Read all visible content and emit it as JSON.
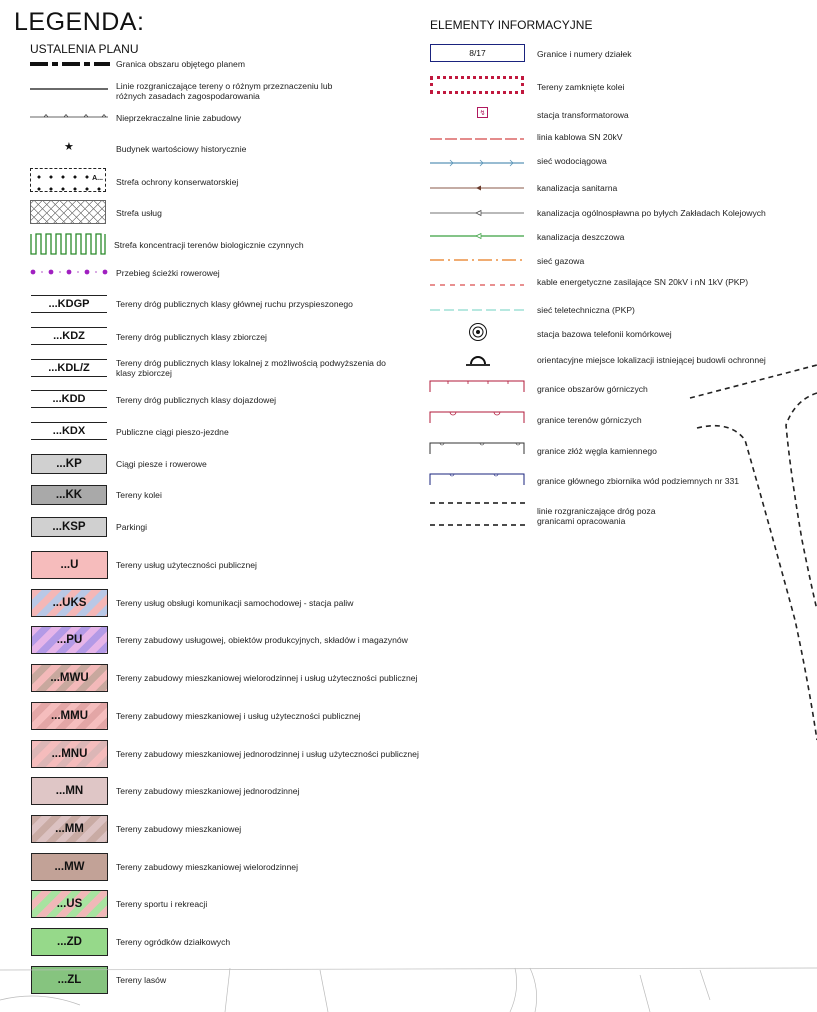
{
  "title": "LEGENDA:",
  "plan": {
    "heading": "USTALENIA PLANU",
    "lines": [
      {
        "label": "Granica obszaru objętego planem"
      },
      {
        "label": "Linie rozgraniczające tereny o różnym przeznaczeniu lub różnych zasadach zagospodarowania"
      },
      {
        "label": "Nieprzekraczalne linie zabudowy"
      },
      {
        "label": "Budynek wartościowy historycznie"
      },
      {
        "label": "Strefa ochrony konserwatorskiej",
        "code": "A..."
      },
      {
        "label": "Strefa usług"
      },
      {
        "label": "Strefa koncentracji terenów biologicznie czynnych"
      },
      {
        "label": "Przebieg ścieżki rowerowej"
      }
    ],
    "roads": [
      {
        "code": "...KDGP",
        "label": "Tereny dróg publicznych klasy głównej ruchu przyspieszonego"
      },
      {
        "code": "...KDZ",
        "label": "Tereny dróg publicznych klasy zbiorczej"
      },
      {
        "code": "...KDL/Z",
        "label": "Tereny dróg publicznych klasy lokalnej z możliwością podwyższenia do klasy zbiorczej"
      },
      {
        "code": "...KDD",
        "label": "Tereny dróg publicznych klasy dojazdowej"
      },
      {
        "code": "...KDX",
        "label": "Publiczne ciągi pieszo-jezdne"
      }
    ],
    "grey": [
      {
        "code": "...KP",
        "label": "Ciągi piesze i rowerowe",
        "color": "#d0d0d0"
      },
      {
        "code": "...KK",
        "label": "Tereny kolei",
        "color": "#a9a9a9"
      },
      {
        "code": "...KSP",
        "label": "Parkingi",
        "color": "#d0d0d0"
      }
    ],
    "zones": [
      {
        "code": "...U",
        "label": "Tereny usług użyteczności publicznej",
        "c1": "#f6bcbc",
        "c2": "#f6bcbc"
      },
      {
        "code": "...UKS",
        "label": "Tereny usług obsługi komunikacji samochodowej - stacja paliw",
        "c1": "#f4b7b7",
        "c2": "#b9c8e6"
      },
      {
        "code": "...PU",
        "label": "Tereny zabudowy usługowej, obiektów produkcyjnych, składów i magazynów",
        "c1": "#e6b5e9",
        "c2": "#b39ae6"
      },
      {
        "code": "...MWU",
        "label": "Tereny zabudowy mieszkaniowej wielorodzinnej i usług użyteczności publicznej",
        "c1": "#f3b9b9",
        "c2": "#c8a89e"
      },
      {
        "code": "...MMU",
        "label": "Tereny zabudowy mieszkaniowej i usług użyteczności publicznej",
        "c1": "#f5bdbd",
        "c2": "#e3a6a6"
      },
      {
        "code": "...MNU",
        "label": "Tereny zabudowy mieszkaniowej jednorodzinnej i usług użyteczności publicznej",
        "c1": "#f5bcbc",
        "c2": "#dcb6b6"
      },
      {
        "code": "...MN",
        "label": "Tereny zabudowy mieszkaniowej jednorodzinnej",
        "c1": "#dfc6c6",
        "c2": "#dfc6c6"
      },
      {
        "code": "...MM",
        "label": "Tereny zabudowy mieszkaniowej",
        "c1": "#c9aba4",
        "c2": "#dcc2c2"
      },
      {
        "code": "...MW",
        "label": "Tereny zabudowy mieszkaniowej wielorodzinnej",
        "c1": "#c2a297",
        "c2": "#c2a297"
      },
      {
        "code": "...US",
        "label": "Tereny sportu i rekreacji",
        "c1": "#a8e3a0",
        "c2": "#f0b8b8"
      },
      {
        "code": "...ZD",
        "label": "Tereny ogródków działkowych",
        "c1": "#96d98a",
        "c2": "#96d98a"
      },
      {
        "code": "...ZL",
        "label": "Tereny lasów",
        "c1": "#86c47f",
        "c2": "#86c47f"
      }
    ]
  },
  "info": {
    "heading": "ELEMENTY INFORMACYJNE",
    "parcel_code": "8/17",
    "items": [
      {
        "label": "Granice i numery działek"
      },
      {
        "label": "Tereny zamknięte kolei"
      },
      {
        "label": "stacja transformatorowa"
      },
      {
        "label": "linia kablowa SN 20kV"
      },
      {
        "label": "sieć wodociągowa"
      },
      {
        "label": "kanalizacja sanitarna"
      },
      {
        "label": "kanalizacja ogólnospławna po byłych Zakładach Kolejowych"
      },
      {
        "label": "kanalizacja deszczowa"
      },
      {
        "label": "sieć gazowa"
      },
      {
        "label": "kable energetyczne zasilające SN 20kV i nN 1kV (PKP)"
      },
      {
        "label": "sieć teletechniczna (PKP)"
      },
      {
        "label": "stacja bazowa telefonii komórkowej"
      },
      {
        "label": "orientacyjne miejsce lokalizacji istniejącej budowli ochronnej"
      },
      {
        "label": "granice obszarów górniczych"
      },
      {
        "label": "granice terenów górniczych"
      },
      {
        "label": "granice złóż węgla kamiennego"
      },
      {
        "label": "granice głównego zbiornika wód podziemnych nr 331"
      },
      {
        "label": "linie rozgraniczające dróg poza granicami opracowania"
      }
    ]
  },
  "colors": {
    "rail": "#c0183e",
    "cable": "#c81818",
    "water": "#5a95b8",
    "sanitary": "#8a5a4a",
    "storm": "#3aa040",
    "gas": "#e87a1e",
    "tele": "#9fe0d6",
    "bike": "#a020c0",
    "green": "#2a8a2a"
  }
}
